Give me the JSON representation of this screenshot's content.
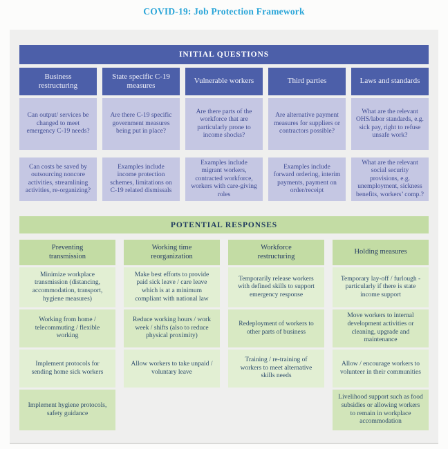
{
  "title": "COVID-19: Job Protection Framework",
  "colors": {
    "title_text": "#2aa5d8",
    "panel_background": "#efefee",
    "questions_header_blue": "#4c5fa9",
    "questions_cell_lavender": "#c5c7e3",
    "questions_text_indigo": "#3d4a92",
    "responses_header_green": "#c3dca4",
    "responses_cell_light_green": "#e2efd3",
    "responses_cell_mid_green": "#d8e9c3",
    "responses_text_navy": "#2e4d6d"
  },
  "initial_questions": {
    "section_label": "INITIAL QUESTIONS",
    "columns": [
      {
        "header": "Business restructuring",
        "cells": [
          "Can output/ services be changed to meet emergency C-19 needs?",
          "Can costs be saved by outsourcing noncore activities, streamlining activities, re-organizing?"
        ]
      },
      {
        "header": "State specific C-19 measures",
        "cells": [
          "Are there C-19 specific government measures being put in place?",
          "Examples include income protection schemes, limitations on C-19 related dismissals"
        ]
      },
      {
        "header": "Vulnerable workers",
        "cells": [
          "Are there parts of the workforce that are particularly prone to income shocks?",
          "Examples include migrant workers, contracted workforce, workers with care-giving roles"
        ]
      },
      {
        "header": "Third parties",
        "cells": [
          "Are alternative payment measures for suppliers or contractors possible?",
          "Examples include forward ordering, interim payments, payment on order/receipt"
        ]
      },
      {
        "header": "Laws and standards",
        "cells": [
          "What are the relevant OHS/labor standards, e.g. sick pay, right to refuse unsafe work?",
          "What are the relevant social security provisions, e.g. unemployment, sickness benefits, workers’ comp.?"
        ]
      }
    ]
  },
  "potential_responses": {
    "section_label": "POTENTIAL RESPONSES",
    "columns": [
      {
        "header": "Preventing transmission",
        "cells": [
          "Minimize workplace transmission (distancing, accommodation, transport, hygiene measures)",
          "Working from home / telecommuting / flexible working",
          "Implement protocols for sending home sick workers",
          "Implement hygiene protocols, safety guidance"
        ]
      },
      {
        "header": "Working time reorganization",
        "cells": [
          "Make best efforts to provide paid sick leave / care leave which is at a minimum compliant with national law",
          "Reduce working hours / work week / shifts (also to reduce physical proximity)",
          "Allow workers to take unpaid / voluntary leave"
        ]
      },
      {
        "header": "Workforce restructuring",
        "cells": [
          "Temporarily release workers with defined skills to support emergency response",
          "Redeployment of workers to other parts of business",
          "Training / re-training of workers to meet alternative skills needs"
        ]
      },
      {
        "header": "Holding measures",
        "cells": [
          "Temporary lay-off / furlough - particularly if there is state income support",
          "Move workers to internal development activities or cleaning, upgrade and maintenance",
          "Allow / encourage workers to volunteer in their communities",
          "Livelihood support such as food subsidies or allowing workers to remain in workplace accommodation"
        ]
      }
    ]
  }
}
